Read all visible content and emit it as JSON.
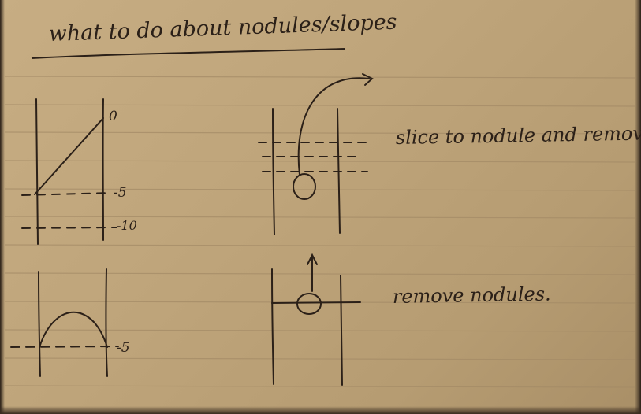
{
  "note": {
    "title": "what to do about nodules/slopes",
    "diagram1": {
      "top_label": "0",
      "mid_label": "-5",
      "low_label": "-10"
    },
    "diagram2": {
      "caption": "slice to nodule and remove."
    },
    "diagram3": {
      "label": "-5"
    },
    "diagram4": {
      "caption": "remove nodules."
    }
  },
  "colors": {
    "paper": "#c2a87e",
    "ruled_line": "#a08663",
    "ink": "#2b2018"
  }
}
